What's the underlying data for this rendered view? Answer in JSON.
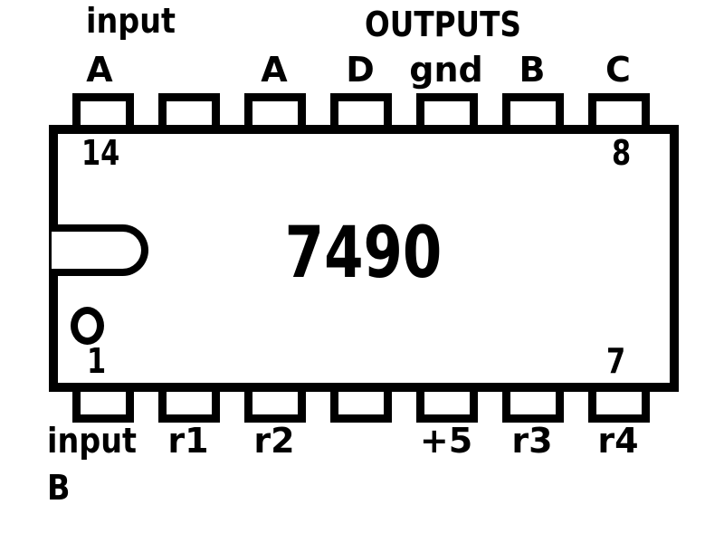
{
  "colors": {
    "ink": "#000000",
    "paper": "#ffffff"
  },
  "chip": {
    "part_number": "7490",
    "corner_pin_numbers": {
      "top_left": "14",
      "top_right": "8",
      "bottom_left": "1",
      "bottom_right": "7"
    }
  },
  "headers": {
    "input_a_line1": "input",
    "input_a_line2": "A",
    "outputs": "OUTPUTS",
    "input_b_line1": "input",
    "input_b_line2": "B"
  },
  "top_pin_labels": {
    "out_a": "A",
    "out_d": "D",
    "gnd": "gnd",
    "out_b": "B",
    "out_c": "C"
  },
  "bottom_pin_labels": {
    "r1": "r1",
    "r2": "r2",
    "plus_5": "+5",
    "r3": "r3",
    "r4": "r4"
  },
  "icons": {
    "notch": "index-notch",
    "pin1_marker": "pin-1-dot"
  }
}
